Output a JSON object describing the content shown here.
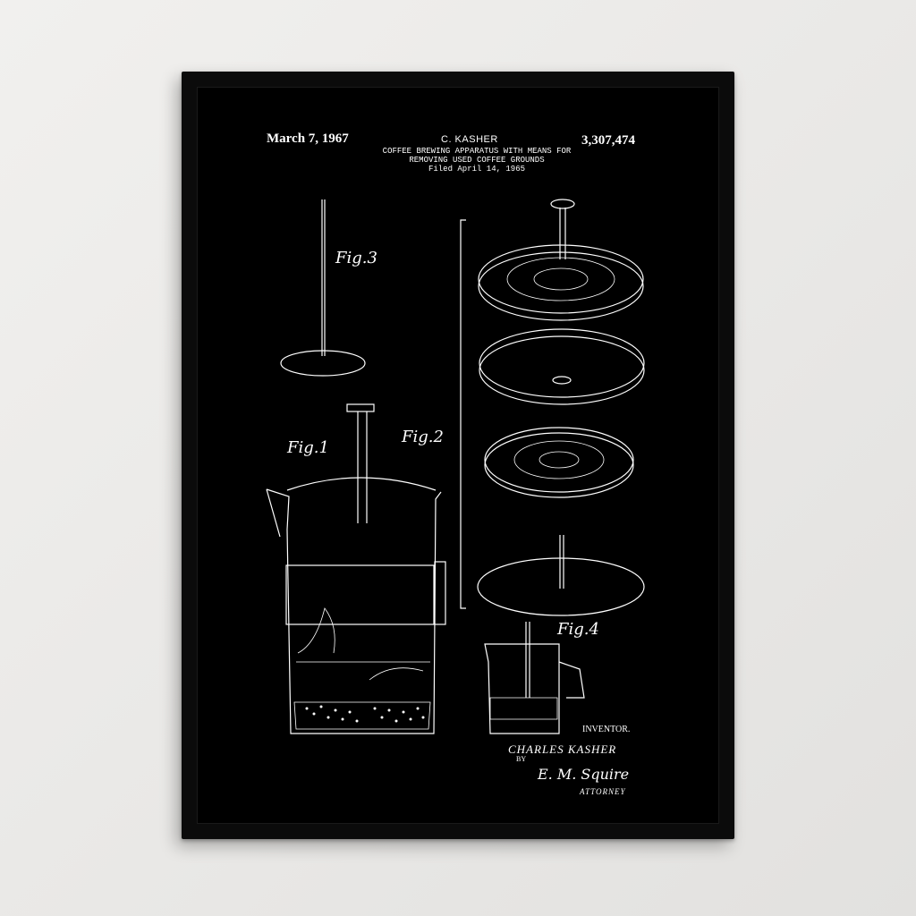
{
  "header": {
    "date": "March 7, 1967",
    "inventor_name": "C. KASHER",
    "patent_number": "3,307,474",
    "title_line1": "COFFEE BREWING APPARATUS WITH MEANS FOR",
    "title_line2": "REMOVING USED COFFEE GROUNDS",
    "filed": "Filed April 14, 1965"
  },
  "figures": {
    "fig1": "Fig.1",
    "fig2": "Fig.2",
    "fig3": "Fig.3",
    "fig4": "Fig.4"
  },
  "footer": {
    "inventor_label": "INVENTOR.",
    "inventor_script": "CHARLES KASHER",
    "by": "BY",
    "signature": "E. M. Squire",
    "attorney": "ATTORNEY"
  },
  "colors": {
    "wall": "#eceae8",
    "frame": "#0b0b0b",
    "poster_background": "#000000",
    "ink": "#ffffff"
  }
}
